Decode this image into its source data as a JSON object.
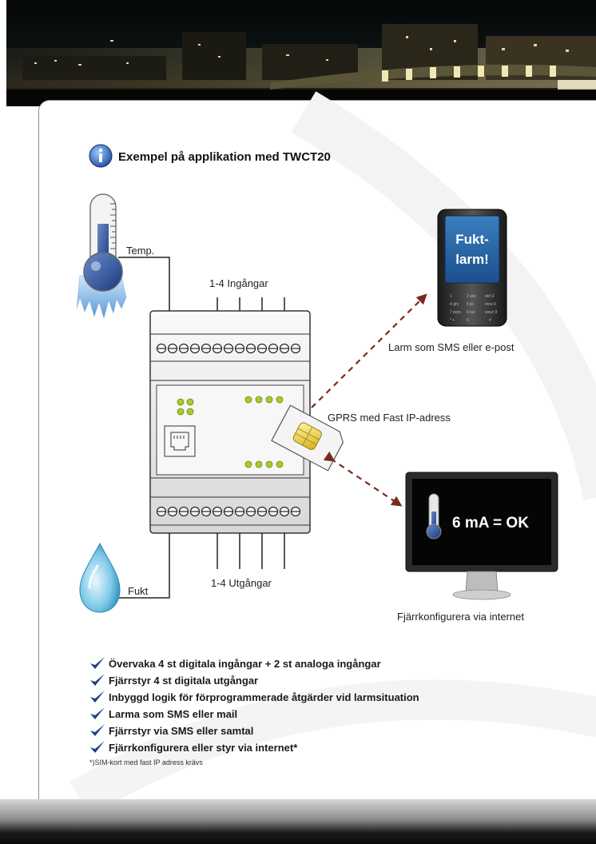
{
  "header": {
    "title": "Exempel på applikation med TWCT20"
  },
  "labels": {
    "temp": "Temp.",
    "inputs": "1-4 Ingångar",
    "outputs": "1-4 Utgångar",
    "fukt": "Fukt",
    "sms": "Larm som SMS eller e-post",
    "gprs": "GPRS med Fast IP-adress",
    "remote": "Fjärrkonfigurera via internet"
  },
  "phone": {
    "screen_line1": "Fukt-",
    "screen_line2": "larm!"
  },
  "monitor": {
    "screen_text": "6 mA = OK"
  },
  "features": [
    "Övervaka 4 st digitala ingångar + 2 st analoga ingångar",
    "Fjärrstyr 4 st digitala utgångar",
    "Inbyggd logik för förprogrammerade åtgärder vid larmsituation",
    "Larma som SMS eller mail",
    "Fjärrstyr via SMS eller samtal",
    "Fjärrkonfigurera eller styr via internet*"
  ],
  "footnote": "*)SIM-kort med fast IP adress krävs",
  "colors": {
    "accent": "#1e4fa0",
    "arrow": "#7a2a1c",
    "check": "#1e3f8a"
  },
  "icons": [
    "info-icon",
    "thermometer-icon",
    "water-drop-icon",
    "sim-card-icon",
    "phone-icon",
    "monitor-icon",
    "check-icon"
  ]
}
